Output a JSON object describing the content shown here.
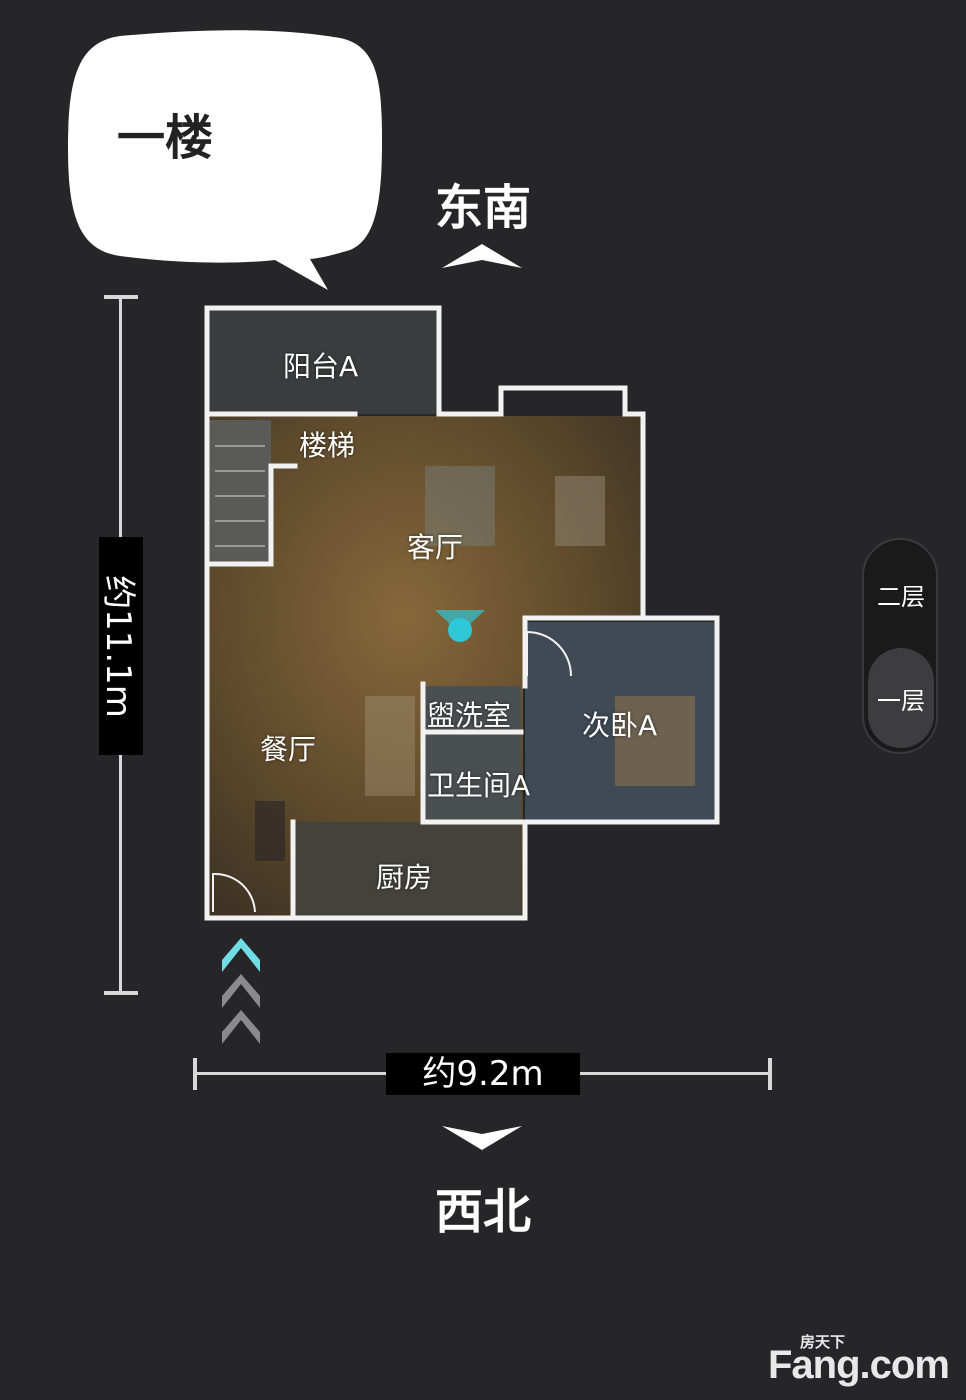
{
  "floor_title": "一楼",
  "directions": {
    "top": "东南",
    "bottom": "西北"
  },
  "dimensions": {
    "vertical": "约11.1m",
    "horizontal": "约9.2m"
  },
  "rooms": {
    "balcony": "阳台A",
    "stairs": "楼梯",
    "living_room": "客厅",
    "washroom": "盥洗室",
    "second_bedroom": "次卧A",
    "dining_room": "餐厅",
    "toilet": "卫生间A",
    "kitchen": "厨房"
  },
  "floor_switch": {
    "upper": "二层",
    "lower": "一层",
    "selected": "一层"
  },
  "colors": {
    "accent": "#2ec8d8",
    "wall": "#f2f2f2",
    "floor": "#6b5331",
    "background": "#262628"
  },
  "watermark": {
    "top": "房天下",
    "main": "Fang.com"
  }
}
